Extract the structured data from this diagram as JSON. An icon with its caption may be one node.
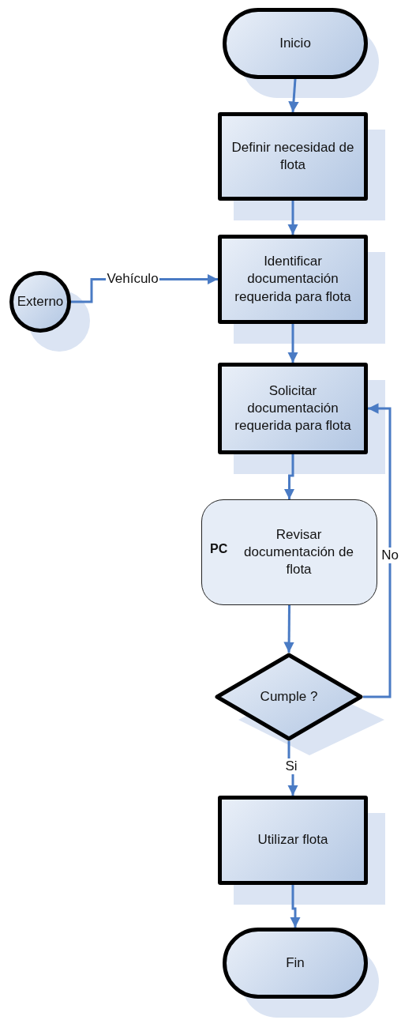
{
  "diagram": {
    "nodes": [
      {
        "text": [
          "Inicio"
        ]
      },
      {
        "text": [
          "Definir necesidad de flota"
        ]
      },
      {
        "text": [
          "Identificar documentación requerida para flota"
        ]
      },
      {
        "text": [
          "Externo"
        ]
      },
      {
        "text": [
          "Solicitar documentación requerida para flota"
        ]
      },
      {
        "text": [
          "PC",
          "Revisar documentación de flota"
        ]
      },
      {
        "text": [
          "Cumple ?"
        ]
      },
      {
        "text": [
          "Utilizar flota"
        ]
      },
      {
        "text": [
          "Fin"
        ]
      }
    ],
    "edges": [
      {
        "from": 0,
        "to": 1,
        "arrow": "to"
      },
      {
        "from": 1,
        "to": 2,
        "arrow": "to"
      },
      {
        "from": 3,
        "to": 2,
        "arrow": "to",
        "label": "Vehículo"
      },
      {
        "from": 2,
        "to": 4,
        "arrow": "to"
      },
      {
        "from": 4,
        "to": 5,
        "arrow": "to"
      },
      {
        "from": 5,
        "to": 6,
        "arrow": "to"
      },
      {
        "from": 6,
        "to": 4,
        "arrow": "to",
        "label": "No"
      },
      {
        "from": 6,
        "to": 7,
        "arrow": "to",
        "label": "Si"
      },
      {
        "from": 7,
        "to": 8,
        "arrow": "to"
      }
    ]
  }
}
